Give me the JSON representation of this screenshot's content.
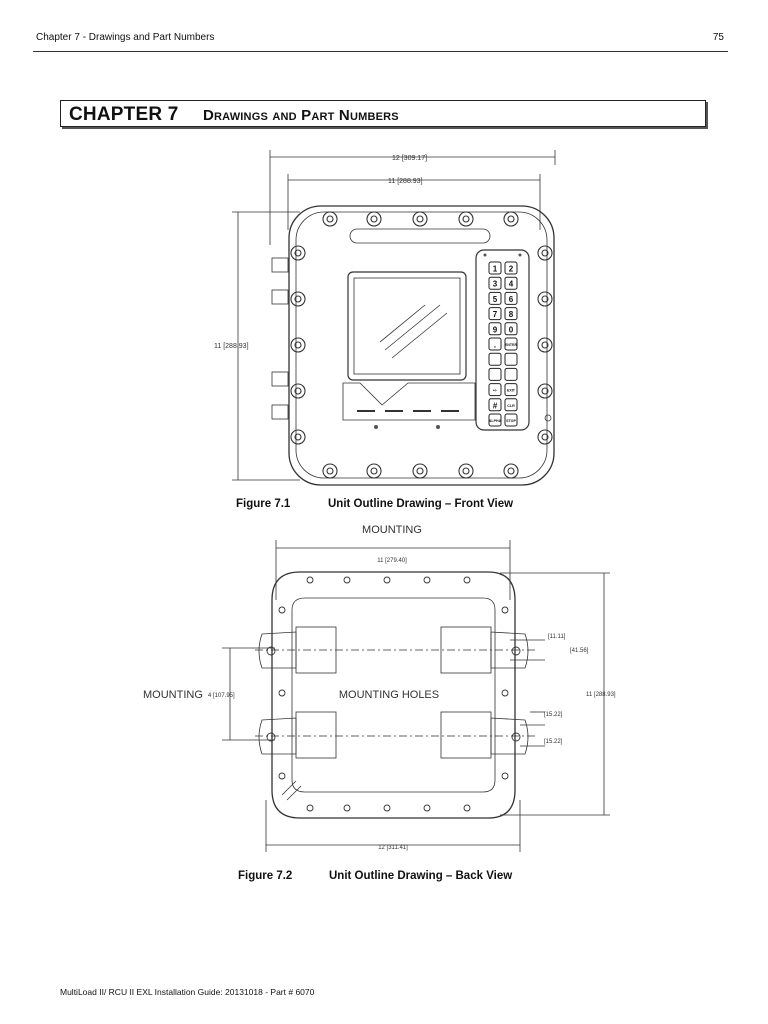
{
  "header": {
    "left": "Chapter 7  - Drawings and Part Numbers",
    "page_number": "75"
  },
  "chapter": {
    "number": "CHAPTER 7",
    "title": "Drawings and Part Numbers"
  },
  "figure1": {
    "label": "Figure 7.1",
    "caption": "Unit Outline Drawing – Front View",
    "dim_total_width": "12 [309.17]",
    "dim_inner_width": "11 [288.93]",
    "dim_height": "11 [288.93]",
    "keys": [
      "1",
      "2",
      "3",
      "4",
      "5",
      "6",
      "7",
      "8",
      "9",
      "0",
      ".",
      "ENTER",
      "",
      "",
      "",
      "",
      "+/-",
      "EXIT",
      "#",
      "CLR",
      "ALPHA",
      "STOP"
    ]
  },
  "figure2": {
    "label": "Figure 7.2",
    "caption": "Unit Outline Drawing – Back View",
    "title": "MOUNTING",
    "dim_top": "11 [279.40]",
    "dim_bottom": "12 [311.41]",
    "left_label": "MOUNTING",
    "left_dim": "4 [107.95]",
    "center_label": "MOUNTING HOLES",
    "right_dim_height": "11 [288.93]",
    "dim_slot_a": "[11.11]",
    "dim_slot_b": "[41.56]",
    "dim_slot_c": "[15.22]",
    "dim_slot_d": "[15.22]"
  },
  "footer": "MultiLoad II/ RCU II EXL Installation Guide:  20131018 - Part # 6070"
}
